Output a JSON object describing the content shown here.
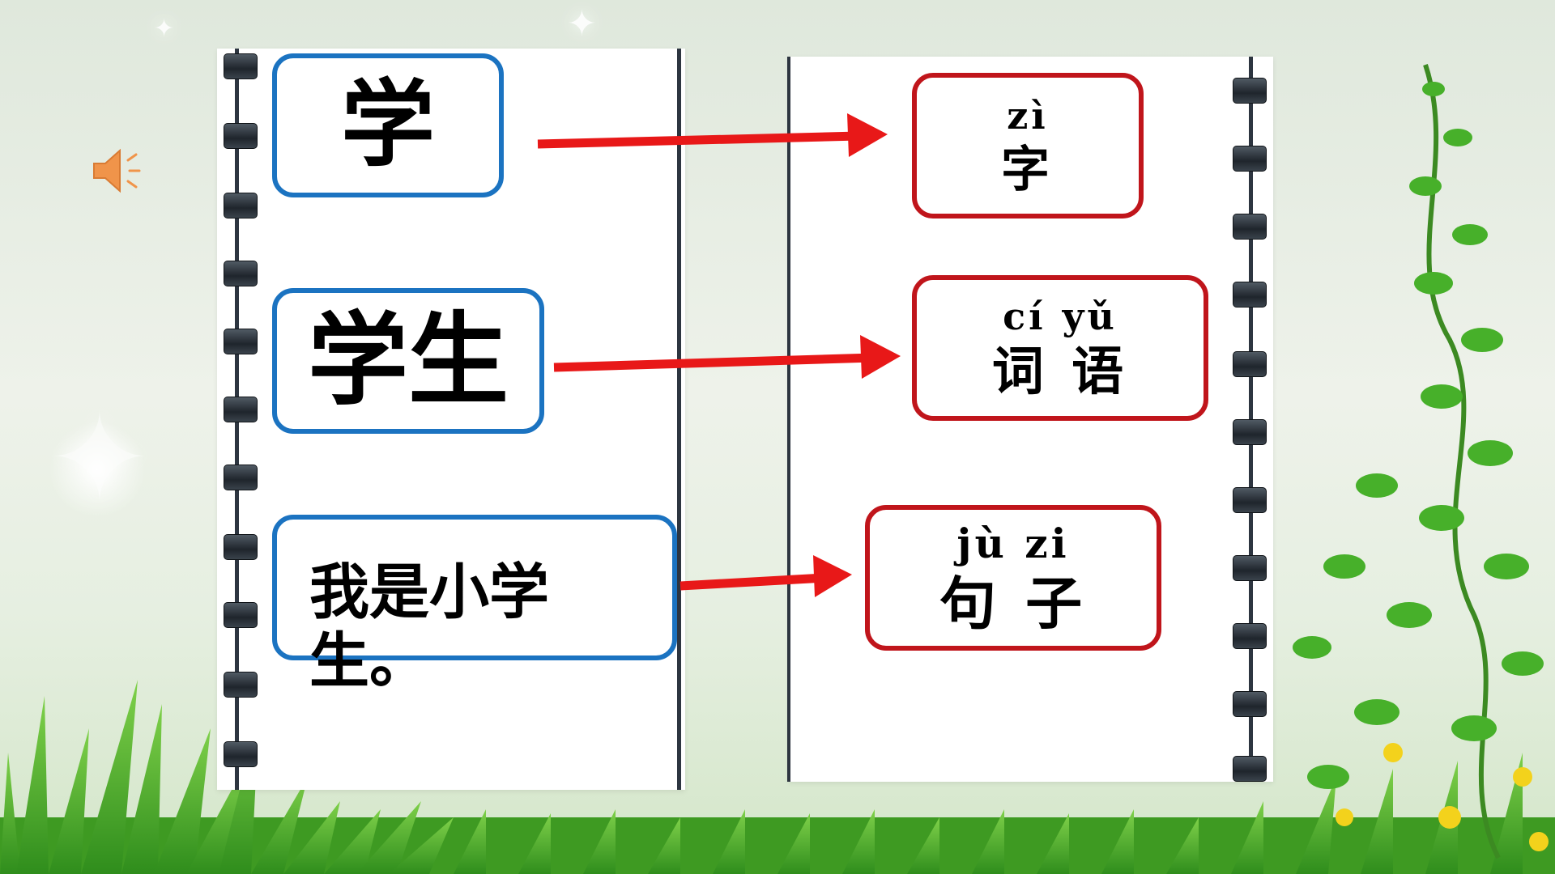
{
  "left_words": [
    {
      "text": "学"
    },
    {
      "text": "学生"
    },
    {
      "text": "我是小学生。"
    }
  ],
  "right_cards": [
    {
      "pinyin": "zì",
      "hanzi": "字"
    },
    {
      "pinyin": "cí yǔ",
      "hanzi": "词 语"
    },
    {
      "pinyin": "jù zi",
      "hanzi": "句 子"
    }
  ],
  "colors": {
    "left_border": "#1b73c1",
    "right_border": "#c0151b",
    "arrow": "#e81818",
    "speaker": "#f0944a"
  },
  "icons": {
    "speaker": "speaker-icon"
  }
}
